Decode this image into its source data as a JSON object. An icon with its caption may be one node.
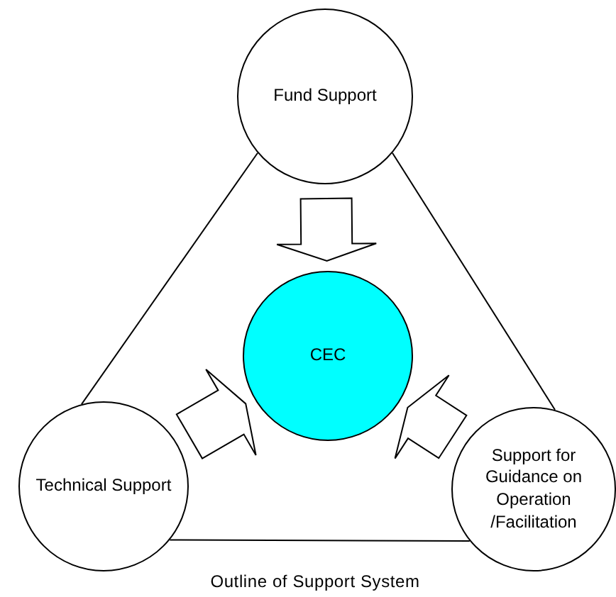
{
  "diagram": {
    "caption": "Outline of Support System",
    "nodes": [
      {
        "text": [
          "Fund Support"
        ]
      },
      {
        "text": [
          "CEC"
        ]
      },
      {
        "text": [
          "Technical Support"
        ]
      },
      {
        "text": [
          "Support for Guidance on Operation /Facilitation"
        ]
      }
    ],
    "edges": [
      {
        "from": 0,
        "to": 2,
        "arrow": "none"
      },
      {
        "from": 0,
        "to": 3,
        "arrow": "none"
      },
      {
        "from": 2,
        "to": 3,
        "arrow": "none"
      },
      {
        "from": 0,
        "to": 1,
        "arrow": "to",
        "style": "thick"
      },
      {
        "from": 2,
        "to": 1,
        "arrow": "to",
        "style": "thick"
      },
      {
        "from": 3,
        "to": 1,
        "arrow": "to",
        "style": "thick"
      }
    ]
  }
}
